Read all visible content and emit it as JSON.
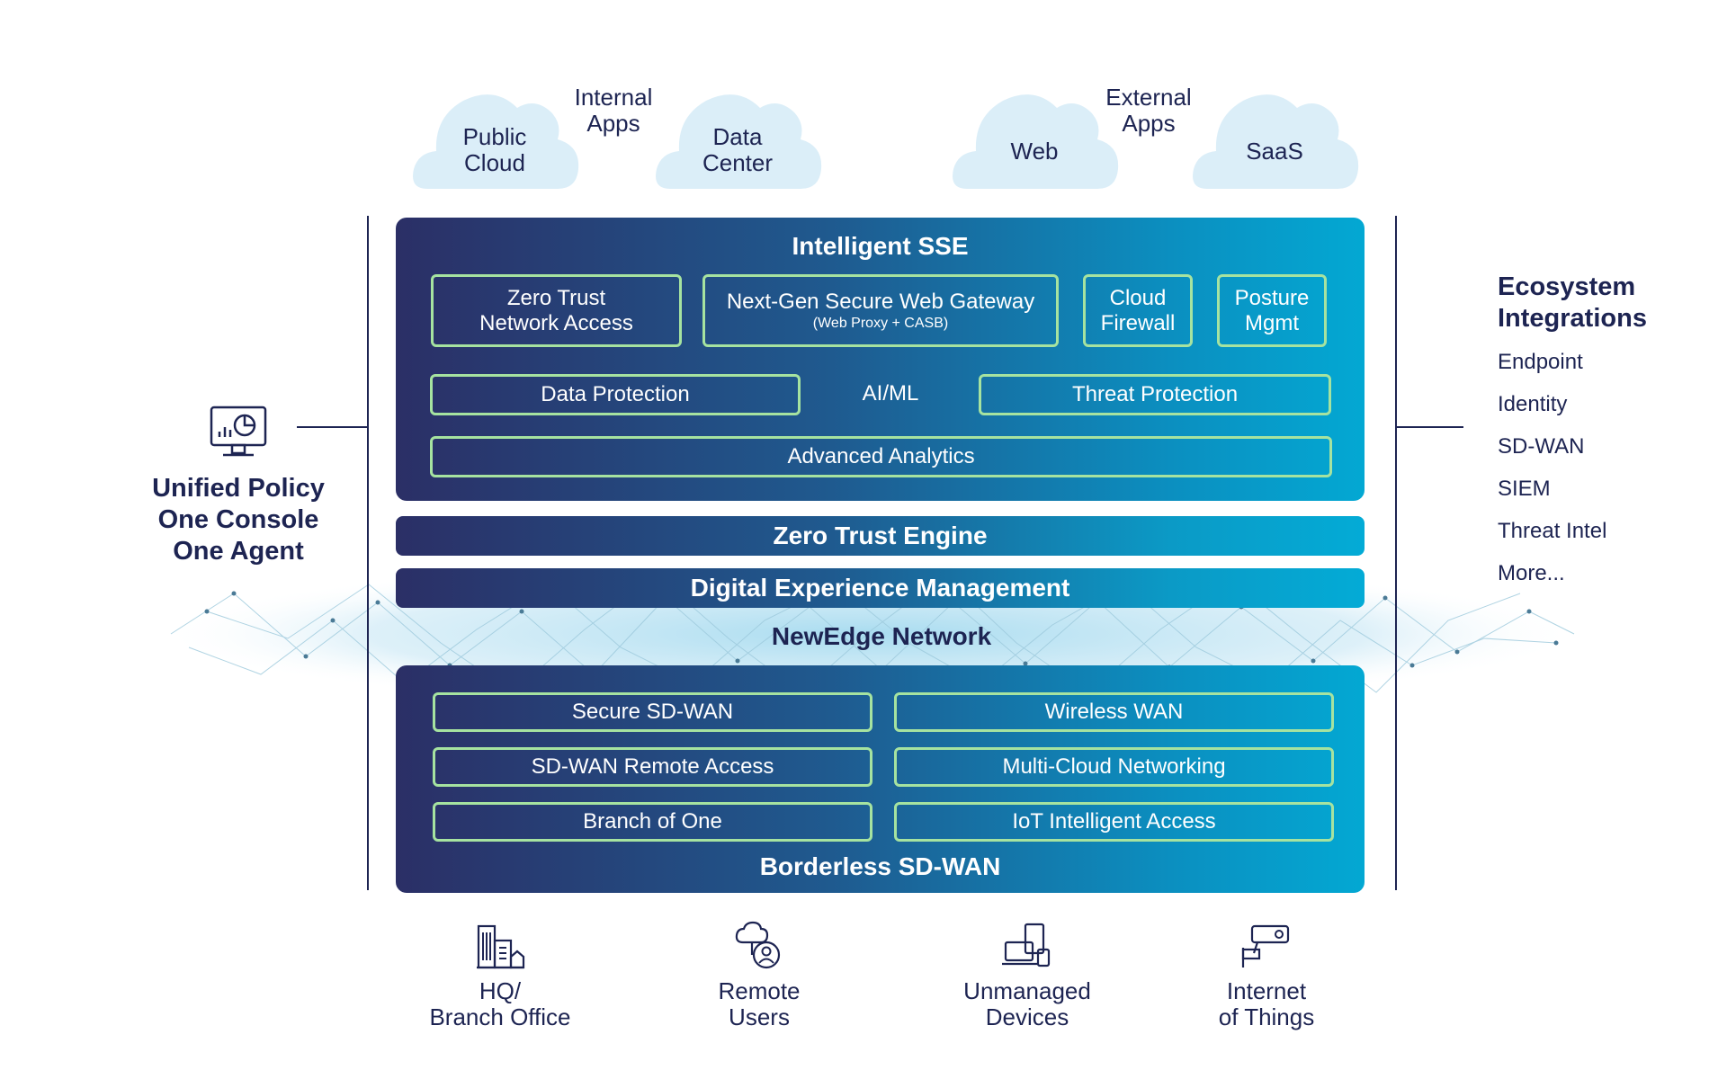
{
  "clouds": {
    "internal_label": "Internal\nApps",
    "external_label": "External\nApps",
    "public_cloud": "Public\nCloud",
    "data_center": "Data\nCenter",
    "web": "Web",
    "saas": "SaaS"
  },
  "sse": {
    "title": "Intelligent SSE",
    "ztna": "Zero Trust\nNetwork Access",
    "swg": "Next-Gen Secure Web Gateway",
    "swg_sub": "(Web Proxy  +  CASB)",
    "cloud_firewall": "Cloud\nFirewall",
    "posture": "Posture\nMgmt",
    "data_protection": "Data Protection",
    "aiml": "AI/ML",
    "threat_protection": "Threat Protection",
    "advanced_analytics": "Advanced Analytics"
  },
  "zero_trust_engine": "Zero Trust Engine",
  "dem": "Digital Experience Management",
  "newedge": "NewEdge Network",
  "sdwan": {
    "title": "Borderless SD-WAN",
    "secure_sdwan": "Secure SD-WAN",
    "wireless_wan": "Wireless WAN",
    "remote_access": "SD-WAN Remote Access",
    "multicloud": "Multi-Cloud Networking",
    "branch_of_one": "Branch of One",
    "iot_access": "IoT Intelligent Access"
  },
  "left": {
    "line1": "Unified Policy",
    "line2": "One Console",
    "line3": "One Agent",
    "icon": "monitor-chart-icon"
  },
  "ecosystem": {
    "title1": "Ecosystem",
    "title2": "Integrations",
    "items": [
      "Endpoint",
      "Identity",
      "SD-WAN",
      "SIEM",
      "Threat Intel",
      "More..."
    ]
  },
  "bottom": [
    {
      "label": "HQ/\nBranch Office",
      "icon": "building-icon"
    },
    {
      "label": "Remote\nUsers",
      "icon": "remote-user-icon"
    },
    {
      "label": "Unmanaged\nDevices",
      "icon": "devices-icon"
    },
    {
      "label": "Internet\nof Things",
      "icon": "camera-icon"
    }
  ],
  "colors": {
    "navy": "#1d2452",
    "teal": "#03a8d3",
    "green_border": "#a6e3a0",
    "cloud": "#dbeef8"
  }
}
